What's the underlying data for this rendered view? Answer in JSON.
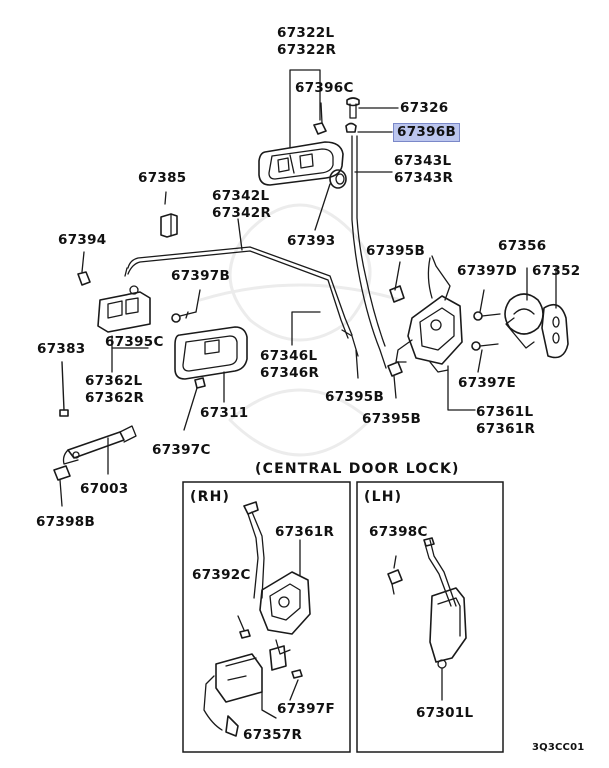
{
  "diagram_code": "3Q3CC01",
  "section_title": "(CENTRAL DOOR LOCK)",
  "rh_box_label": "(RH)",
  "lh_box_label": "(LH)",
  "highlighted_part": "67396B",
  "highlight_color": "#bcc6ee",
  "main_labels": {
    "p67322": [
      "67322L",
      "67322R"
    ],
    "p67396C": "67396C",
    "p67326": "67326",
    "p67396B": "67396B",
    "p67343": [
      "67343L",
      "67343R"
    ],
    "p67385": "67385",
    "p67342": [
      "67342L",
      "67342R"
    ],
    "p67393": "67393",
    "p67394": "67394",
    "p67395B_top": "67395B",
    "p67356": "67356",
    "p67397D": "67397D",
    "p67352": "67352",
    "p67397B": "67397B",
    "p67383": "67383",
    "p67395C": "67395C",
    "p67346": [
      "67346L",
      "67346R"
    ],
    "p67362": [
      "67362L",
      "67362R"
    ],
    "p67397E": "67397E",
    "p67311": "67311",
    "p67395B_mid": "67395B",
    "p67361": [
      "67361L",
      "67361R"
    ],
    "p67397C": "67397C",
    "p67395B_low": "67395B",
    "p67003": "67003",
    "p67398B": "67398B"
  },
  "rh_labels": {
    "p67361R": "67361R",
    "p67392C": "67392C",
    "p67397F": "67397F",
    "p67357R": "67357R"
  },
  "lh_labels": {
    "p67398C": "67398C",
    "p67301L": "67301L"
  }
}
